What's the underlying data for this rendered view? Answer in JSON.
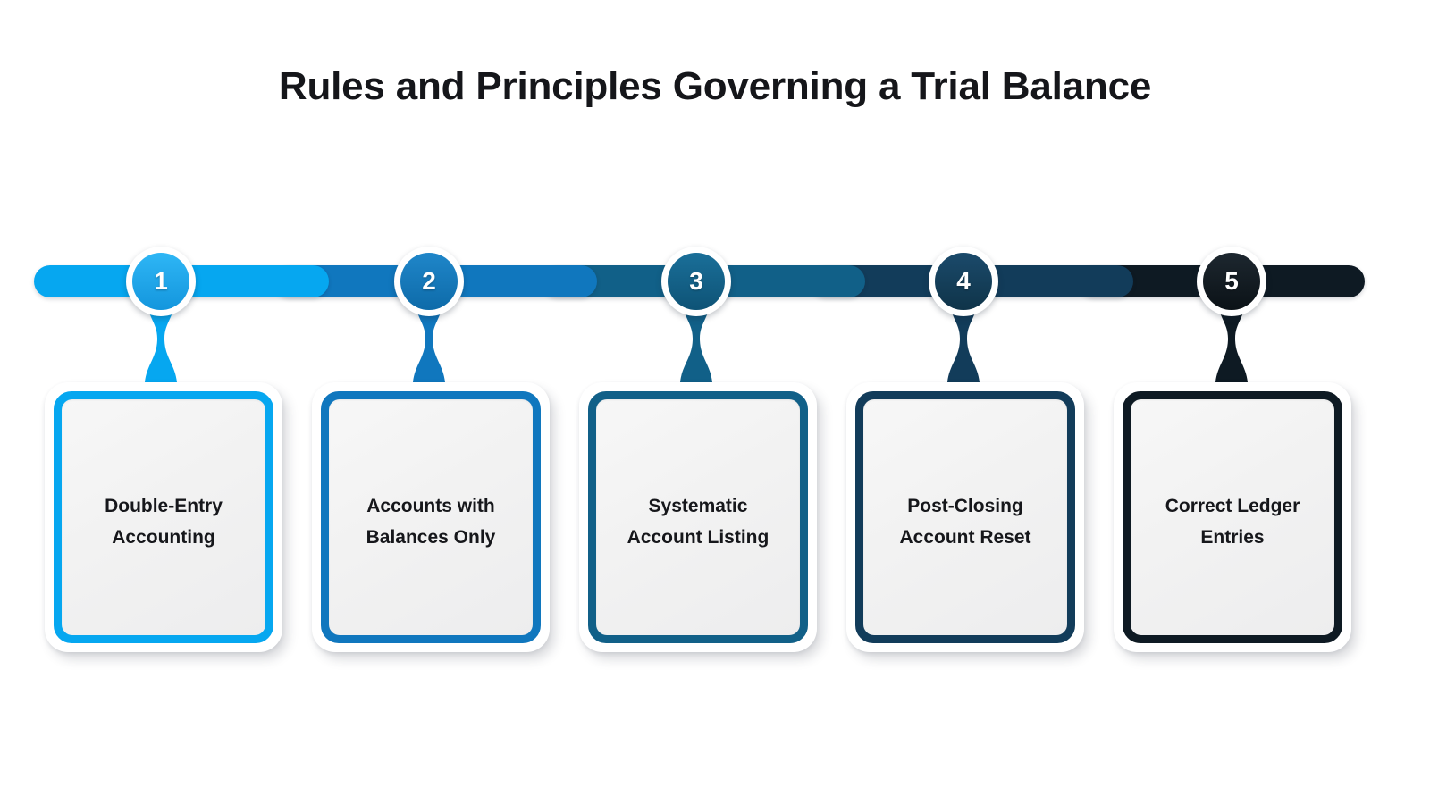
{
  "page": {
    "title": "Rules and Principles Governing a Trial Balance",
    "background_color": "#ffffff",
    "title_color": "#15161a"
  },
  "timeline": {
    "orientation": "horizontal",
    "step_count": 5,
    "steps": [
      {
        "number": "1",
        "label": "Double-Entry\nAccounting",
        "color": "#06a7f0",
        "color_dark": "#1e9fe0",
        "circle_gradient_top": "#2eb6f5",
        "circle_gradient_bottom": "#1496dd"
      },
      {
        "number": "2",
        "label": "Accounts with\nBalances Only",
        "color": "#1077be",
        "color_dark": "#0d69a8",
        "circle_gradient_top": "#1f86c9",
        "circle_gradient_bottom": "#0e6ba9"
      },
      {
        "number": "3",
        "label": "Systematic\nAccount Listing",
        "color": "#116088",
        "color_dark": "#0d5275",
        "circle_gradient_top": "#1a6f99",
        "circle_gradient_bottom": "#0e5376"
      },
      {
        "number": "4",
        "label": "Post-Closing\nAccount Reset",
        "color": "#123c5a",
        "color_dark": "#0e3149",
        "circle_gradient_top": "#1b4a6b",
        "circle_gradient_bottom": "#0f3449"
      },
      {
        "number": "5",
        "label": "Correct Ledger\nEntries",
        "color": "#0e1a23",
        "color_dark": "#0a131a",
        "circle_gradient_top": "#1d272f",
        "circle_gradient_bottom": "#0b1217"
      }
    ]
  }
}
